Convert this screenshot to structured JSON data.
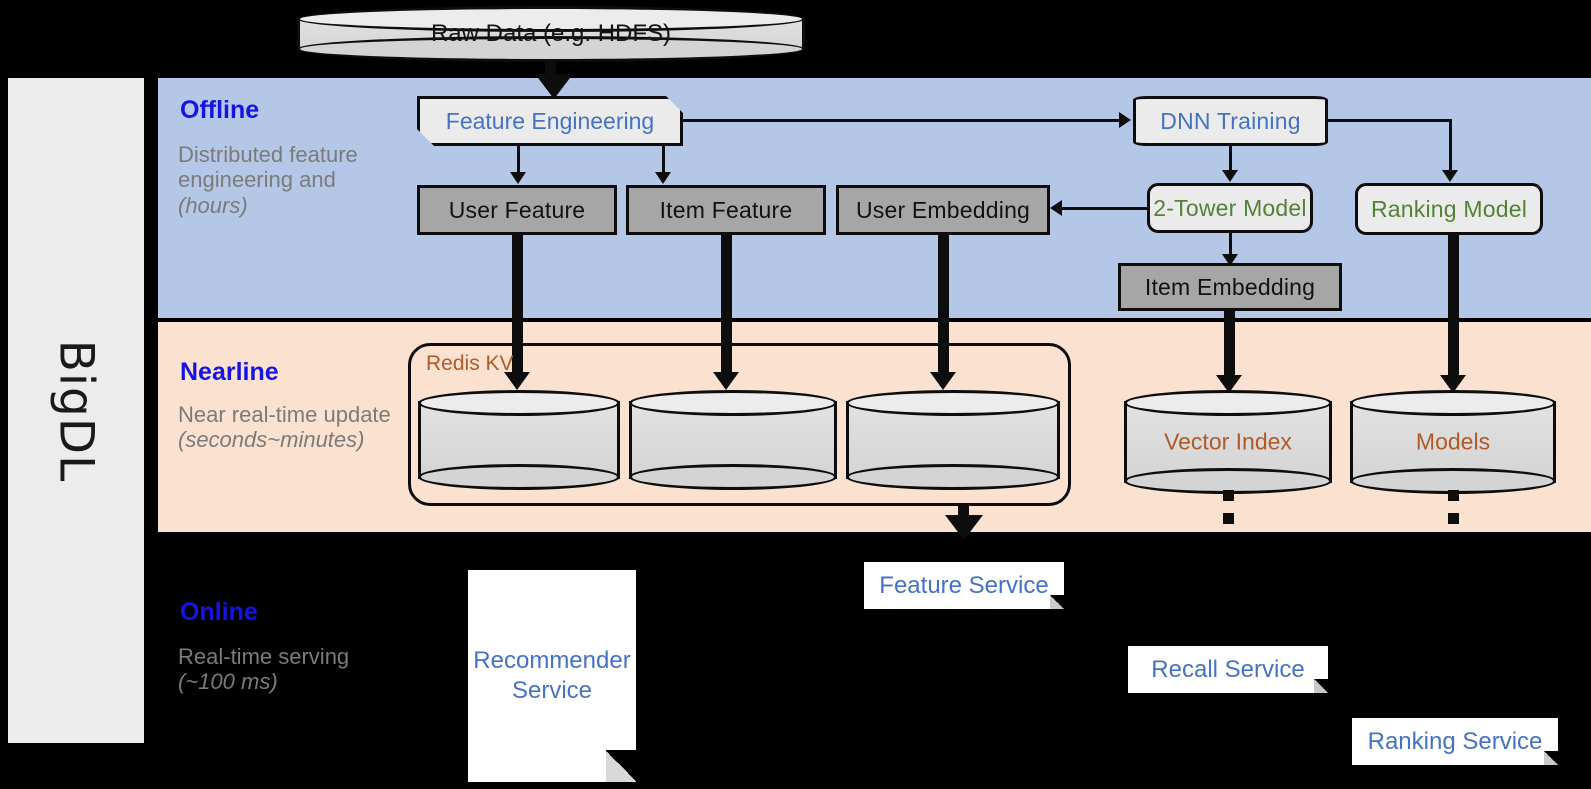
{
  "framework": {
    "name": "BigDL"
  },
  "source": {
    "label": "Raw Data (e.g. HDFS)"
  },
  "layers": [
    {
      "id": "offline",
      "title": "Offline",
      "subtitle": "Distributed feature engineering and ",
      "subtitle_italic": "(hours)",
      "color": "#b4c7e7"
    },
    {
      "id": "nearline",
      "title": "Nearline",
      "subtitle": "Near real-time update ",
      "subtitle_italic": "(seconds~minutes)",
      "color": "#fbe2d0"
    },
    {
      "id": "online",
      "title": "Online",
      "subtitle": "Real-time serving ",
      "subtitle_italic": "(~100 ms)",
      "color": "#000000"
    }
  ],
  "offline": {
    "feature_engineering": "Feature Engineering",
    "dnn_training": "DNN Training",
    "user_feature": "User Feature",
    "item_feature": "Item Feature",
    "user_embedding": "User Embedding",
    "two_tower_model": "2-Tower Model",
    "ranking_model": "Ranking Model",
    "item_embedding": "Item Embedding"
  },
  "nearline": {
    "redis_kv": "Redis KV",
    "stores": [
      "",
      "",
      ""
    ],
    "vector_index": "Vector Index",
    "models": "Models"
  },
  "online": {
    "recommender_service": "Recommender Service",
    "feature_service": "Feature Service",
    "recall_service": "Recall Service",
    "ranking_service": "Ranking Service"
  },
  "colors": {
    "offline_band": "#b4c7e7",
    "nearline_band": "#fbe2d0",
    "online_band": "#000000",
    "layer_title": "#1414e6",
    "layer_subtitle": "#7b7b7b",
    "blue_text": "#4472c4",
    "green_text": "#548235",
    "orange_text": "#b15a28",
    "gray_box": "#a6a6a6",
    "light_box": "#ebebeb",
    "rail": "#ececec"
  }
}
